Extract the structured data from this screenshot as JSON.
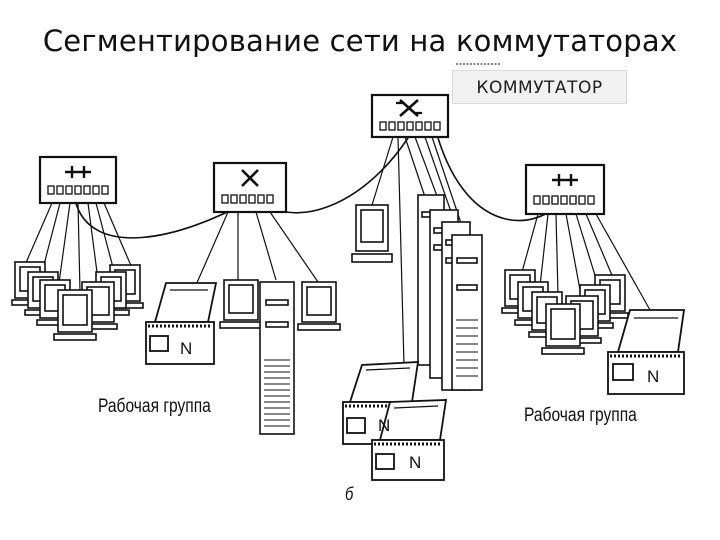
{
  "title": "Сегментирование сети на коммутаторах",
  "callout": "КОММУТАТОР",
  "labels": {
    "workgroup_left": "Рабочая группа",
    "workgroup_right": "Рабочая группа",
    "figure_letter": "б",
    "printer_mark": "N"
  },
  "icons": {
    "switch": "switch-icon",
    "hub": "hub-icon",
    "monitor": "monitor-icon",
    "server": "server-tower-icon",
    "printer": "printer-icon"
  },
  "colors": {
    "line": "#111111",
    "background": "#ffffff",
    "callout_bg": "#f2f2f2"
  }
}
